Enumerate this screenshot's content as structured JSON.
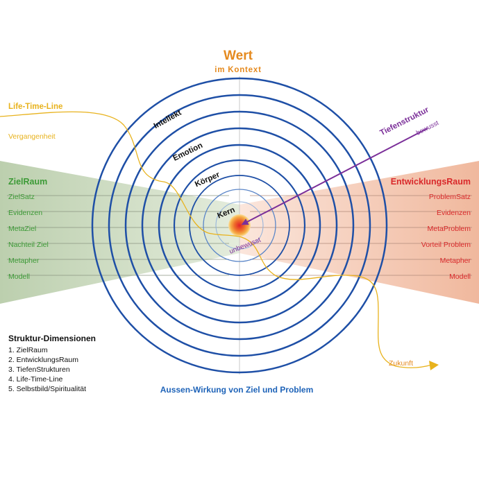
{
  "header": {
    "title": "Wert",
    "subtitle": "im Kontext"
  },
  "lifetime": {
    "title": "Life-Time-Line",
    "past": "Vergangenheit",
    "future": "Zukunft"
  },
  "left_panel": {
    "title": "ZielRaum",
    "items": [
      "ZielSatz",
      "Evidenzen",
      "MetaZiel",
      "Nachteil Ziel",
      "Metapher",
      "Modell"
    ]
  },
  "right_panel": {
    "title": "EntwicklungsRaum",
    "items": [
      "ProblemSatz",
      "Evidenzen",
      "MetaProblem",
      "Vorteil Problem",
      "Metapher",
      "Modell"
    ]
  },
  "rings": {
    "intellekt": "Intellekt",
    "emotion": "Emotion",
    "koerper": "Körper",
    "kern": "Kern",
    "unbewusst": "unbewusst"
  },
  "tiefenstruktur": {
    "label": "Tiefenstruktur",
    "sub": "bewusst"
  },
  "dimensions": {
    "title": "Struktur-Dimensionen",
    "items": [
      "1. ZielRaum",
      "2. EntwicklungsRaum",
      "3. TiefenStrukturen",
      "4. Life-Time-Line",
      "5. Selbstbild/Spiritualität"
    ]
  },
  "footer": {
    "caption": "Aussen-Wirkung von Ziel und Problem"
  },
  "colors": {
    "orange": "#e58a1f",
    "yellow": "#e8b21c",
    "green": "#3c9a36",
    "red": "#d9282a",
    "blue": "#1e4fa6",
    "purple": "#7b2f99",
    "green_zone": "#c8d7bd",
    "red_zone": "#f3c2aa"
  }
}
